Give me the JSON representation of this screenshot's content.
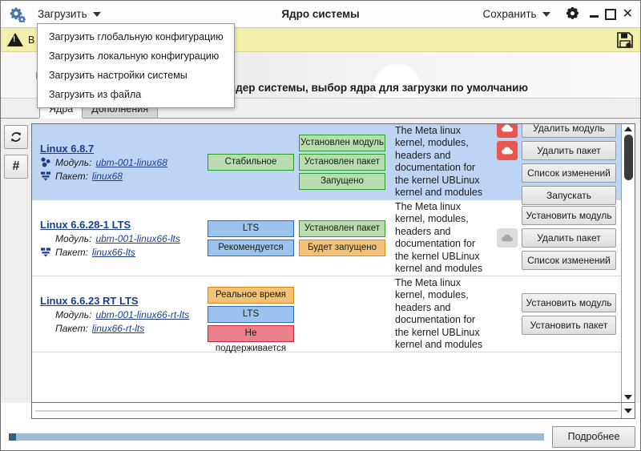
{
  "titlebar": {
    "app_icon": "gears-icon",
    "menu_label": "Загрузить",
    "title": "Ядро системы",
    "save_label": "Сохранить",
    "settings_icon": "gear-icon",
    "minimize_icon": "minimize-icon",
    "maximize_icon": "maximize-icon",
    "close_icon": "close-icon",
    "close_glyph": "✕"
  },
  "dropdown": {
    "items": [
      {
        "label": "Загрузить глобальную конфигурацию"
      },
      {
        "label": "Загрузить локальную конфигурацию"
      },
      {
        "label": "Загрузить настройки системы"
      },
      {
        "label": "Загрузить из файла"
      }
    ]
  },
  "warning": {
    "icon": "warning-triangle-icon",
    "text": "В",
    "save_icon": "floppy-save-icon"
  },
  "banner": {
    "text": "Загрузка и установка ядер системы, выбор ядра для загрузки по умолчанию",
    "decor_icon": "gears-decoration-icon"
  },
  "tabs": [
    {
      "label": "Ядра",
      "active": true
    },
    {
      "label": "Дополнения",
      "active": false
    }
  ],
  "sidebar": {
    "buttons": [
      {
        "name": "refresh-button",
        "glyph": "⟳"
      },
      {
        "name": "hash-button",
        "glyph": "#"
      }
    ]
  },
  "kernels": [
    {
      "name": "Linux 6.8.7",
      "module_label": "Модуль:",
      "module_value": "ubm-001-linux68",
      "package_label": "Пакет:",
      "package_value": "linux68",
      "module_icon": "modules-icon",
      "package_icon": "package-icon",
      "selected": true,
      "badges_left": [
        {
          "text": "Стабильное",
          "style": "b-green"
        }
      ],
      "badges_right": [
        {
          "text": "Установлен модуль",
          "style": "b-green"
        },
        {
          "text": "Установлен пакет",
          "style": "b-green"
        },
        {
          "text": "Запущено",
          "style": "b-green"
        }
      ],
      "description": "The Meta linux kernel, modules, headers and documentation for the kernel UBLinux kernel and modules",
      "actions": [
        {
          "label": "Удалить модуль",
          "icon": "cloud-remove-icon",
          "icon_style": "red"
        },
        {
          "label": "Удалить пакет",
          "icon": "cloud-remove-icon",
          "icon_style": "red"
        },
        {
          "label": "Список изменений",
          "icon": null,
          "icon_style": null
        },
        {
          "label": "Запускать",
          "icon": null,
          "icon_style": null
        }
      ]
    },
    {
      "name": "Linux 6.6.28-1 LTS",
      "module_label": "Модуль:",
      "module_value": "ubm-001-linux66-lts",
      "package_label": "Пакет:",
      "package_value": "linux66-lts",
      "module_icon": null,
      "package_icon": "package-icon",
      "selected": false,
      "badges_left": [
        {
          "text": "LTS",
          "style": "b-blue"
        },
        {
          "text": "Рекомендуется",
          "style": "b-blue"
        }
      ],
      "badges_right": [
        {
          "text": "Установлен пакет",
          "style": "b-green"
        },
        {
          "text": "Будет запущено",
          "style": "b-orange"
        }
      ],
      "description": "The Meta linux kernel, modules, headers and documentation for the kernel UBLinux kernel and modules",
      "actions": [
        {
          "label": "Установить модуль",
          "icon": null,
          "icon_style": null
        },
        {
          "label": "Удалить пакет",
          "icon": "cloud-remove-icon",
          "icon_style": "gray"
        },
        {
          "label": "Список изменений",
          "icon": null,
          "icon_style": null
        }
      ]
    },
    {
      "name": "Linux 6.6.23 RT LTS",
      "module_label": "Модуль:",
      "module_value": "ubm-001-linux66-rt-lts",
      "package_label": "Пакет:",
      "package_value": "linux66-rt-lts",
      "module_icon": null,
      "package_icon": null,
      "selected": false,
      "badges_left": [
        {
          "text": "Реальное время",
          "style": "b-orange"
        },
        {
          "text": "LTS",
          "style": "b-blue"
        },
        {
          "text": "Не поддерживается",
          "style": "b-red"
        }
      ],
      "badges_right": [],
      "description": "The Meta linux kernel, modules, headers and documentation for the kernel UBLinux kernel and modules",
      "actions": [
        {
          "label": "Установить модуль",
          "icon": null,
          "icon_style": null
        },
        {
          "label": "Установить пакет",
          "icon": null,
          "icon_style": null
        }
      ]
    }
  ],
  "footer": {
    "detail_label": "Подробнее",
    "progress_percent": 100
  },
  "colors": {
    "selection": "#bdd4f4",
    "link": "#1b3e91",
    "warning_bg": "#f2efaa",
    "badge_green": "#b8dcb0",
    "badge_blue": "#9cc2ee",
    "badge_orange": "#f4c178",
    "badge_red": "#ea8089",
    "cloud_red": "#e8564f"
  }
}
